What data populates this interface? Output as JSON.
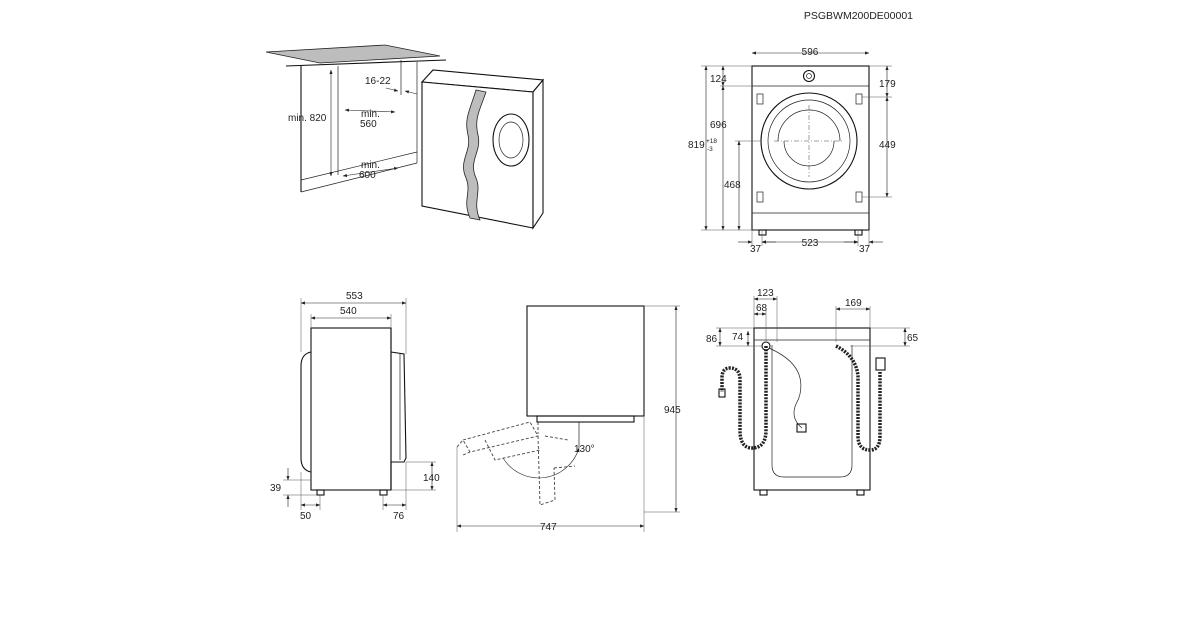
{
  "document_code": "PSGBWM200DE00001",
  "niche_view": {
    "height_label": "min. 820",
    "gap_label": "16-22",
    "width_label_line1": "min.",
    "width_label_line2": "560",
    "depth_label_line1": "min.",
    "depth_label_line2": "600"
  },
  "front_view": {
    "width": "596",
    "top_offset": "124",
    "height_inner": "696",
    "height_total_main": "819",
    "height_total_sup": "+18",
    "height_total_sub": "-3",
    "door_center_height": "468",
    "top_right": "179",
    "door_height": "449",
    "feet_spacing": "523",
    "foot_left": "37",
    "foot_right": "37"
  },
  "side_view": {
    "depth_total": "553",
    "depth_body": "540",
    "bottom_height": "39",
    "foot_left": "50",
    "foot_right": "76",
    "step_height": "140"
  },
  "door_view": {
    "height": "945",
    "opening_angle": "130°",
    "depth_open": "747"
  },
  "rear_view": {
    "inlet_x": "123",
    "inlet_offset": "68",
    "inlet_height": "86",
    "inlet_height_inner": "74",
    "drain_x": "169",
    "drain_height": "65"
  }
}
